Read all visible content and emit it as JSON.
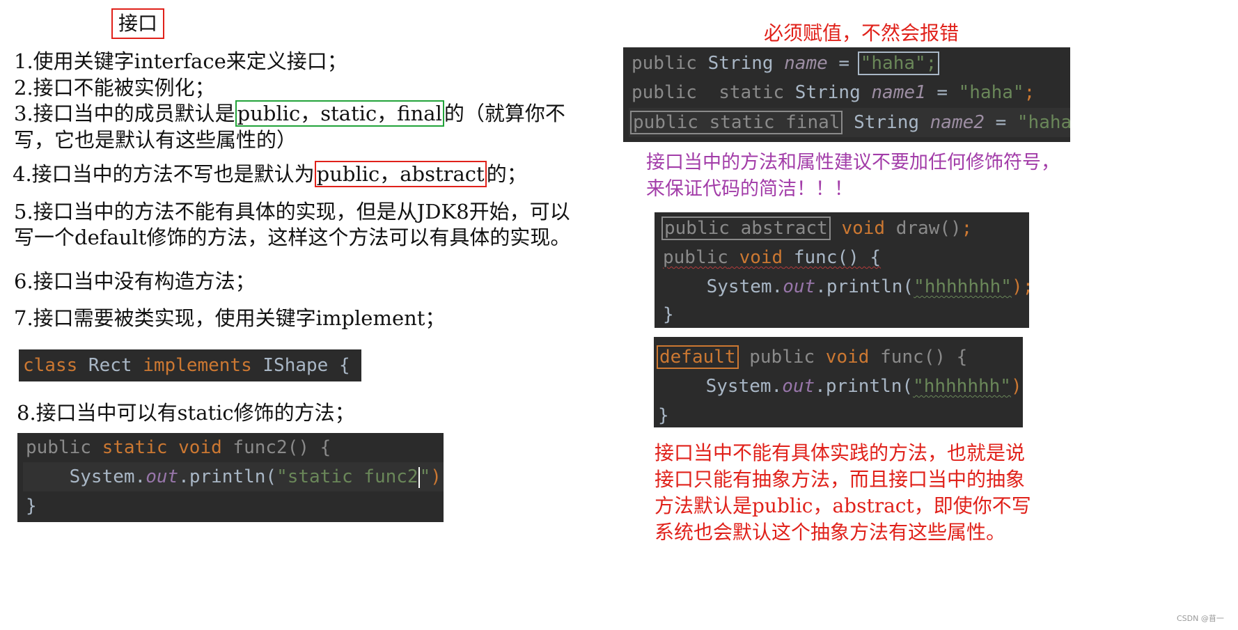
{
  "title": "接口",
  "points": {
    "p1": "1.使用关键字interface来定义接口；",
    "p2": "2.接口不能被实例化；",
    "p3_prefix": "3.接口当中的成员默认是",
    "p3_boxed": "public，static，final",
    "p3_suffix": "的（就算你不",
    "p3_line2": "写，它也是默认有这些属性的）",
    "p4_prefix": "4.接口当中的方法不写也是默认为",
    "p4_boxed": "public，abstract",
    "p4_suffix": "的；",
    "p5_line1": "5.接口当中的方法不能有具体的实现，但是从JDK8开始，可以",
    "p5_line2": "写一个default修饰的方法，这样这个方法可以有具体的实现。",
    "p6": "6.接口当中没有构造方法；",
    "p7": "7.接口需要被类实现，使用关键字implement；",
    "p8": "8.接口当中可以有static修饰的方法；"
  },
  "code_class": {
    "kw_class": "class",
    "name": " Rect ",
    "kw_implements": "implements",
    "rest": " IShape {"
  },
  "code_static": {
    "l1_public": "public ",
    "l1_static": "static",
    "l1_void": "void",
    "l1_rest": " func2() {",
    "l2_sys": "System.",
    "l2_out": "out",
    "l2_println": ".println(",
    "l2_str_a": "\"static func2",
    "l2_str_b": "\"",
    "l2_end": ");",
    "l3": "}"
  },
  "right": {
    "note_red_top": "必须赋值，不然会报错",
    "code_fields": {
      "r1_public": "public",
      "r1_type": " String ",
      "r1_name": "name",
      "r1_eq": " = ",
      "r1_value": "\"haha\";",
      "r2_public": "public  static",
      "r2_type": " String ",
      "r2_name": "name1",
      "r2_eq": " = ",
      "r2_value": "\"haha\"",
      "r2_semi": ";",
      "r3_mods": "public static final",
      "r3_type": " String ",
      "r3_name": "name2",
      "r3_eq": " = ",
      "r3_value": "\"haha\"",
      "r3_semi": ";"
    },
    "note_purple_line1": "接口当中的方法和属性建议不要加任何修饰符号，",
    "note_purple_line2": "来保证代码的简洁！！！",
    "code_abstract": {
      "r1_mods": "public abstract",
      "r1_void": " void",
      "r1_rest": " draw()",
      "r1_semi": ";",
      "r2_public": "public",
      "r2_void": " void",
      "r2_rest": " func() {",
      "r3_sys": "System.",
      "r3_out": "out",
      "r3_println": ".println(",
      "r3_str": "\"hhhhhhh\"",
      "r3_end": ");",
      "r4": "}"
    },
    "code_default": {
      "r1_default": "default",
      "r1_public": " public",
      "r1_void": " void",
      "r1_rest": " func() {",
      "r2_sys": "System.",
      "r2_out": "out",
      "r2_println": ".println(",
      "r2_str": "\"hhhhhhh\"",
      "r2_end": ");",
      "r3": "}"
    },
    "note_red_bottom": [
      "接口当中不能有具体实践的方法，也就是说",
      "接口只能有抽象方法，而且接口当中的抽象",
      "方法默认是public，abstract，即使你不写",
      "系统也会默认这个抽象方法有这些属性。"
    ]
  },
  "watermark": "CSDN @苜一"
}
